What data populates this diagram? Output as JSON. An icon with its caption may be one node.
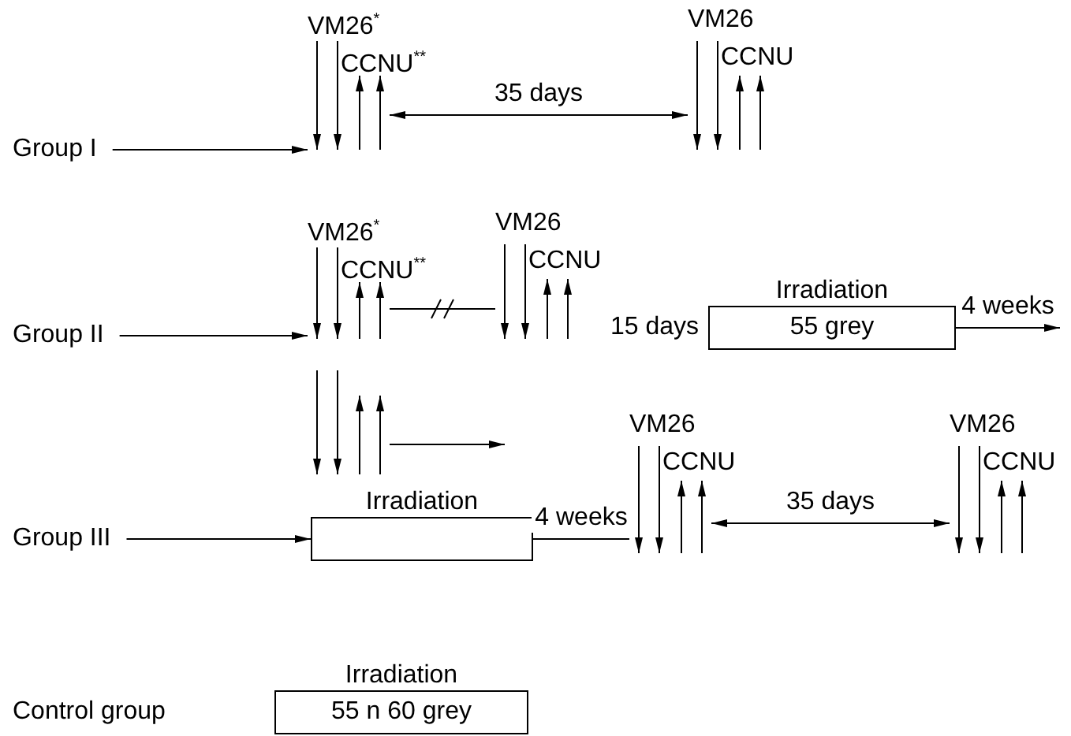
{
  "diagram": {
    "nodes": [
      {
        "text": [
          "Group I"
        ]
      },
      {
        "text": [
          "VM26$^{*}$",
          "CCNU$^{**}$"
        ]
      },
      {
        "text": [
          "VM26",
          "CCNU"
        ]
      },
      {
        "text": [
          "Group II"
        ]
      },
      {
        "text": [
          "VM26$^{*}$",
          "CCNU$^{**}$"
        ]
      },
      {
        "text": [
          "VM26",
          "CCNU"
        ]
      },
      {
        "text": [
          "Irradiation",
          "55 grey"
        ],
        "beside": [
          "15 days"
        ]
      },
      {
        "text": [],
        "shape": "arrows"
      },
      {
        "text": [
          "Group III"
        ]
      },
      {
        "text": [
          "Irradiation"
        ]
      },
      {
        "text": [
          "VM26",
          "CCNU"
        ]
      },
      {
        "text": [
          "VM26",
          "CCNU"
        ]
      },
      {
        "text": [
          "Control group"
        ]
      },
      {
        "text": [
          "Irradiation",
          "55 n 60 grey"
        ]
      }
    ],
    "edges": [
      {
        "from": 0,
        "to": 1,
        "arrow": "to"
      },
      {
        "from": 1,
        "to": 2,
        "arrow": "both",
        "label": "35 days"
      },
      {
        "from": 3,
        "to": 4,
        "arrow": "to"
      },
      {
        "from": 4,
        "to": 5,
        "arrow": "none"
      },
      {
        "from": 6,
        "to": null,
        "arrow": "to",
        "label": "4 weeks"
      },
      {
        "from": 7,
        "to": null,
        "arrow": "to"
      },
      {
        "from": 8,
        "to": 9,
        "arrow": "to"
      },
      {
        "from": 9,
        "to": 10,
        "arrow": "none",
        "label": "4 weeks"
      },
      {
        "from": 10,
        "to": 11,
        "arrow": "both",
        "label": "35 days"
      }
    ]
  }
}
